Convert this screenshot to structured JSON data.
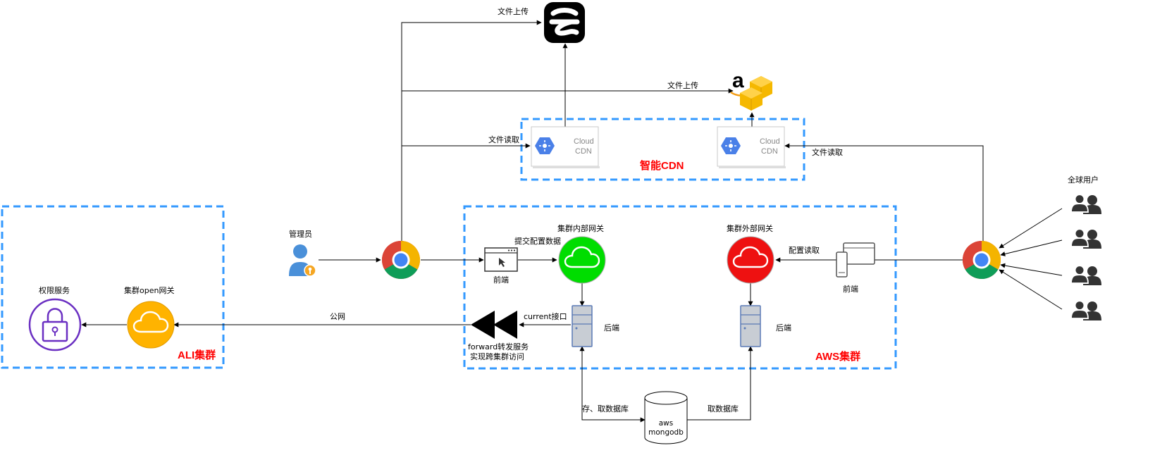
{
  "labels": {
    "upload_yun": "文件上传",
    "upload_aws": "文件上传",
    "read_left": "文件读取",
    "read_right": "文件读取",
    "smart_cdn": "智能CDN",
    "cdn_title": "Cloud",
    "cdn_sub": "CDN",
    "admin": "管理员",
    "global_users": "全球用户",
    "inner_gateway": "集群内部网关",
    "outer_gateway": "集群外部网关",
    "submit_config": "提交配置数据",
    "config_read": "配置读取",
    "frontend_left": "前端",
    "frontend_right": "前端",
    "backend_left": "后端",
    "backend_right": "后端",
    "current_api": "current接口",
    "forward_line1": "forward转发服务",
    "forward_line2": "实现跨集群访问",
    "public_net": "公网",
    "perm_service": "权限服务",
    "open_gateway": "集群open网关",
    "ali_cluster": "ALI集群",
    "aws_cluster": "AWS集群",
    "db_rw": "存、取数据库",
    "db_read": "取数据库",
    "db_line1": "aws",
    "db_line2": "mongodb"
  },
  "colors": {
    "dashed_border": "#3399ff",
    "cluster_label": "#ff0000",
    "inner_gateway": "#00dd00",
    "outer_gateway": "#ee1111",
    "open_gateway": "#ffb300",
    "perm_service": "#6a2fc2",
    "user_icon": "#4a90d9",
    "amazon_box": "#f5b800"
  },
  "icons": {
    "yun": "yun-cloud-icon",
    "amazon": "amazon-aws-icon",
    "chrome": "chrome-browser-icon",
    "admin": "admin-user-icon",
    "users": "user-group-icon",
    "gateway": "cloud-gateway-icon",
    "server": "server-icon",
    "database": "database-cylinder-icon",
    "lock": "lock-icon",
    "forward": "fast-rewind-icon",
    "browser_window": "browser-window-icon",
    "mobile_desktop": "mobile-desktop-icon"
  }
}
